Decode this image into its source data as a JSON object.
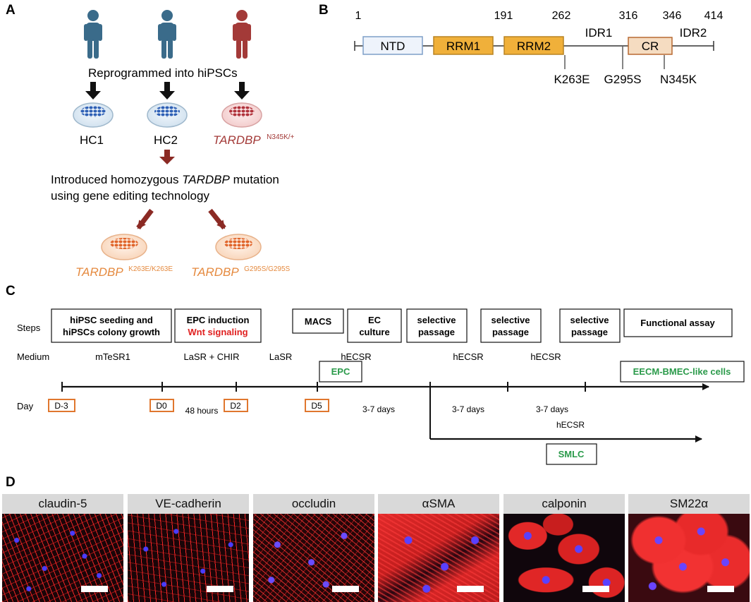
{
  "panels": {
    "A": "A",
    "B": "B",
    "C": "C",
    "D": "D"
  },
  "panelA": {
    "reprogram_text": "Reprogrammed into hiPSCs",
    "lines": [
      "HC1",
      "HC2"
    ],
    "patient_gene": "TARDBP",
    "patient_sup": "N345K/+",
    "editing_text_1a": "Introduced homozygous ",
    "editing_gene": "TARDBP",
    "editing_text_1b": " mutation",
    "editing_text_2": "using gene editing technology",
    "edited": [
      {
        "gene": "TARDBP",
        "sup": "K263E/K263E"
      },
      {
        "gene": "TARDBP",
        "sup": "G295S/G295S"
      }
    ],
    "colors": {
      "healthy": "#3a6b8a",
      "patient": "#a33a38",
      "edited": "#e58a3f",
      "dish_blue": "#2d5fb5",
      "arrow_red": "#8b2a24"
    }
  },
  "panelB": {
    "positions": [
      "1",
      "191",
      "262",
      "316",
      "346",
      "414"
    ],
    "domains": [
      "NTD",
      "RRM1",
      "RRM2",
      "CR"
    ],
    "regions": [
      "IDR1",
      "IDR2"
    ],
    "mutations": [
      "K263E",
      "G295S",
      "N345K"
    ],
    "colors": {
      "ntd": "#eef3fb",
      "rrm": "#f0b03a",
      "cr": "#f5dcc1"
    }
  },
  "panelC": {
    "row_labels": {
      "steps": "Steps",
      "medium": "Medium",
      "day": "Day"
    },
    "steps": [
      {
        "line1": "hiPSC seeding and",
        "line2": "hiPSCs colony growth"
      },
      {
        "line1": "EPC induction",
        "line2": "Wnt signaling"
      },
      {
        "line1": "MACS"
      },
      {
        "line1": "EC",
        "line2": "culture"
      },
      {
        "line1": "selective",
        "line2": "passage"
      },
      {
        "line1": "selective",
        "line2": "passage"
      },
      {
        "line1": "selective",
        "line2": "passage"
      },
      {
        "line1": "Functional assay"
      }
    ],
    "media": [
      "mTeSR1",
      "LaSR + CHIR",
      "LaSR",
      "hECSR",
      "hECSR",
      "hECSR",
      "hECSR"
    ],
    "days": [
      "D-3",
      "D0",
      "D2",
      "D5"
    ],
    "durations": [
      "48 hours",
      "3-7 days",
      "3-7 days",
      "3-7 days"
    ],
    "cell_types": [
      "EPC",
      "EECM-BMEC-like cells",
      "SMLC"
    ],
    "colors": {
      "day_box": "#e0772e",
      "cell_text": "#2a9a4a",
      "wnt": "#e02020"
    }
  },
  "panelD": {
    "stains": [
      "claudin-5",
      "VE-cadherin",
      "occludin",
      "αSMA",
      "calponin",
      "SM22α"
    ]
  }
}
